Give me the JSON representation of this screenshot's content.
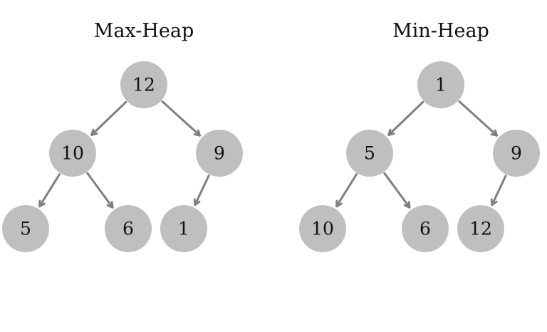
{
  "colors": {
    "node_fill": "#bfbfbf",
    "edge": "#808080",
    "text": "#111111"
  },
  "trees": [
    {
      "title": "Max-Heap",
      "nodes": [
        "12",
        "10",
        "9",
        "5",
        "6",
        "1"
      ],
      "edges": [
        [
          0,
          1
        ],
        [
          0,
          2
        ],
        [
          1,
          3
        ],
        [
          1,
          4
        ],
        [
          2,
          5
        ]
      ]
    },
    {
      "title": "Min-Heap",
      "nodes": [
        "1",
        "5",
        "9",
        "10",
        "6",
        "12"
      ],
      "edges": [
        [
          0,
          1
        ],
        [
          0,
          2
        ],
        [
          1,
          3
        ],
        [
          1,
          4
        ],
        [
          2,
          5
        ]
      ]
    }
  ]
}
